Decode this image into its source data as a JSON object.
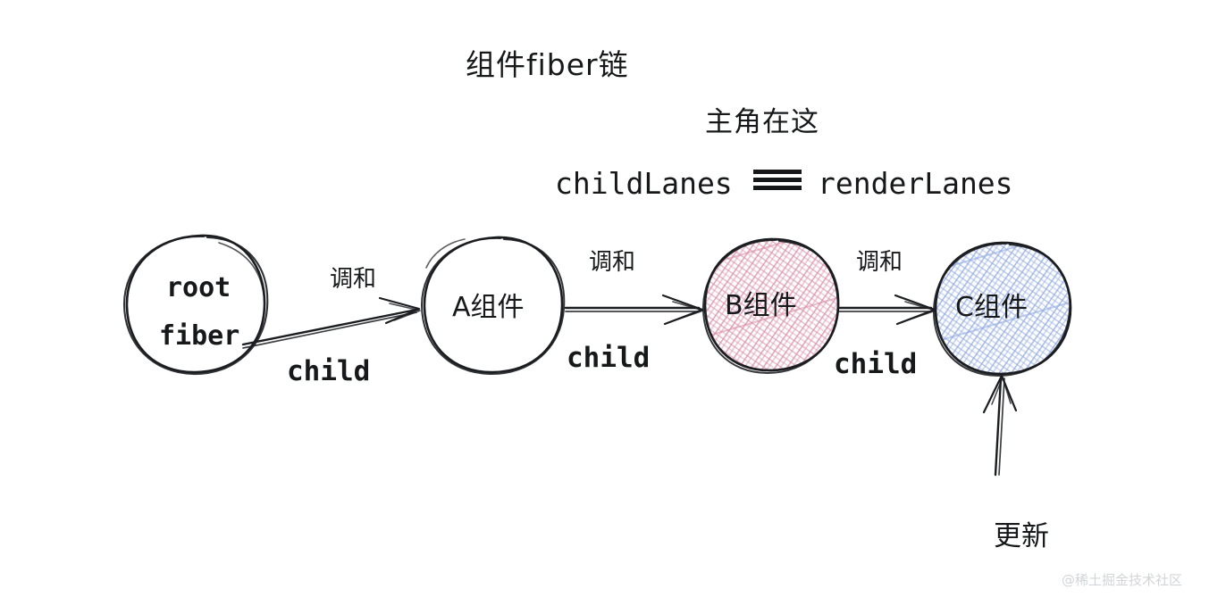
{
  "diagram": {
    "title": "组件fiber链",
    "subtitle": "主角在这",
    "lane_expression": {
      "left": "childLanes",
      "operator": "===",
      "right": "renderLanes"
    },
    "nodes": [
      {
        "id": "root",
        "label_line1": "root",
        "label_line2": "fiber",
        "fill": "none",
        "fill_color": "#ffffff"
      },
      {
        "id": "a",
        "label": "A组件",
        "fill": "none",
        "fill_color": "#ffffff"
      },
      {
        "id": "b",
        "label": "B组件",
        "fill": "hatch",
        "fill_color": "#d98ca5"
      },
      {
        "id": "c",
        "label": "C组件",
        "fill": "hatch",
        "fill_color": "#8fa8e0"
      }
    ],
    "edges": [
      {
        "from": "root",
        "to": "a",
        "label_top": "调和",
        "label_bottom": "child"
      },
      {
        "from": "a",
        "to": "b",
        "label_top": "调和",
        "label_bottom": "child"
      },
      {
        "from": "b",
        "to": "c",
        "label_top": "调和",
        "label_bottom": "child"
      }
    ],
    "update_arrow": {
      "label": "更新",
      "target": "c"
    },
    "watermark": "@稀土掘金技术社区",
    "colors": {
      "ink": "#16181a",
      "pink": "#d98ca5",
      "blue": "#8fa8e0",
      "background": "#ffffff",
      "watermark": "#d2d4d7"
    }
  }
}
